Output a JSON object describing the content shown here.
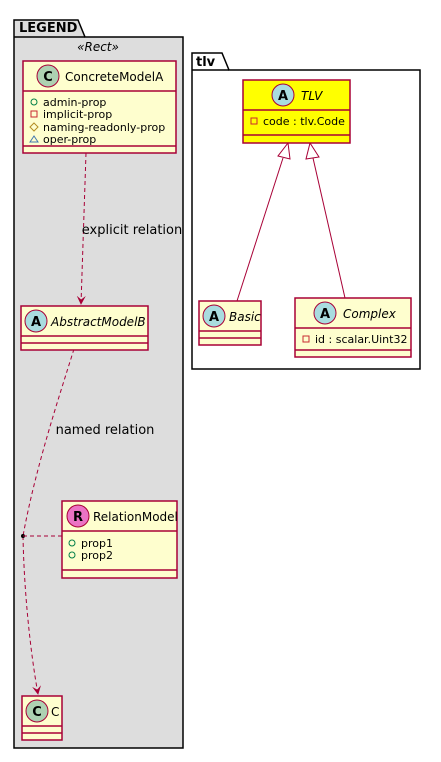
{
  "legend": {
    "title": "LEGEND",
    "stereotype": "«Rect»",
    "concrete_model": {
      "letter": "C",
      "name": "ConcreteModelA",
      "attributes": [
        {
          "visibility": "public",
          "text": "admin-prop"
        },
        {
          "visibility": "private",
          "text": "implicit-prop"
        },
        {
          "visibility": "protected",
          "text": "naming-readonly-prop"
        },
        {
          "visibility": "package",
          "text": "oper-prop"
        }
      ]
    },
    "explicit_relation_label": "explicit relation",
    "abstract_model": {
      "letter": "A",
      "name": "AbstractModelB"
    },
    "named_relation_label": "named relation",
    "relation_model": {
      "letter": "R",
      "name": "RelationModel",
      "attributes": [
        {
          "visibility": "public",
          "text": "prop1"
        },
        {
          "visibility": "public",
          "text": "prop2"
        }
      ]
    },
    "class_c": {
      "letter": "C",
      "name": "C"
    }
  },
  "tlv": {
    "title": "tlv",
    "tlv_class": {
      "letter": "A",
      "name": "TLV",
      "attributes": [
        {
          "visibility": "private",
          "text": "code : tlv.Code"
        }
      ]
    },
    "basic_class": {
      "letter": "A",
      "name": "Basic"
    },
    "complex_class": {
      "letter": "A",
      "name": "Complex",
      "attributes": [
        {
          "visibility": "private",
          "text": "id : scalar.Uint32"
        }
      ]
    }
  },
  "colors": {
    "class_fill": "#FEFECE",
    "class_border": "#A80036",
    "relation_line": "#A80036",
    "legend_fill": "#DDDDDD",
    "tlv_highlight_fill": "#FFFF00",
    "concrete_circle": "#ADD1B2",
    "abstract_circle": "#A9DCDF",
    "relation_circle": "#EB73C4"
  }
}
